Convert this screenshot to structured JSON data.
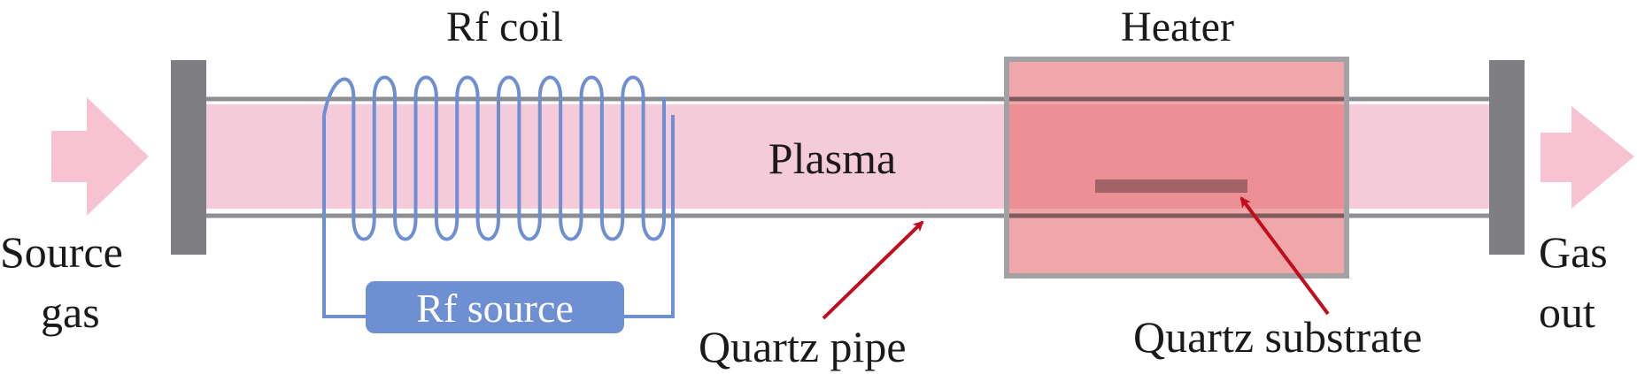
{
  "labels": {
    "rf_coil": "Rf coil",
    "heater": "Heater",
    "plasma": "Plasma",
    "rf_source": "Rf source",
    "source_gas_line1": "Source",
    "source_gas_line2": "gas",
    "gas_out_line1": "Gas",
    "gas_out_line2": "out",
    "quartz_pipe": "Quartz pipe",
    "quartz_substrate": "Quartz substrate"
  },
  "colors": {
    "plasma": "#f5cad9",
    "arrow_fill": "#f7c3d3",
    "flange": "#7f7f83",
    "pipe_wall": "#8e8e92",
    "coil": "#6f8fd3",
    "rf_source_box": "#6f8fd3",
    "heater_fill": "#f0a7aa",
    "heater_inner": "#ec9096",
    "heater_border": "#a2a2a6",
    "substrate": "#a26266",
    "pointer_arrow": "#c00e1e",
    "text": "#1a1a1a"
  },
  "coil": {
    "turns": 8
  }
}
